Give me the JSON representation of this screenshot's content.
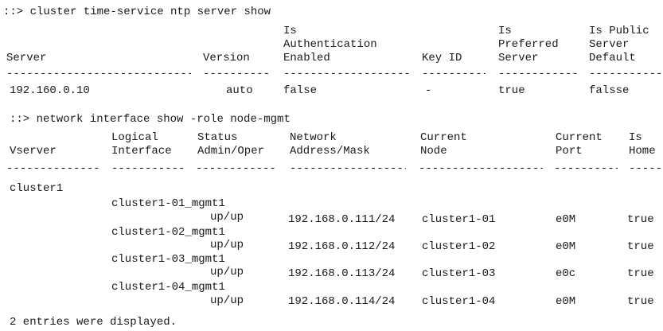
{
  "commands": {
    "ntp": "::> cluster time-service ntp server show",
    "interface": "::> network interface show -role node-mgmt"
  },
  "ntp_table": {
    "headers": {
      "server": "Server",
      "version": "Version",
      "auth_line1": "Is",
      "auth_line2": "Authentication",
      "auth_line3": "Enabled",
      "key_id": "Key ID",
      "pref_line1": "Is",
      "pref_line2": "Preferred",
      "pref_line3": "Server",
      "pub_line1": "Is Public",
      "pub_line2": "Server",
      "pub_line3": "Default"
    },
    "separators": {
      "server": "----------------------------",
      "version": "-----------",
      "auth": "-------------------",
      "key_id": "----------",
      "pref": "-------------",
      "pub": "------------"
    },
    "rows": [
      {
        "server": "192.160.0.10",
        "version": "auto",
        "auth": "false",
        "key_id": "-",
        "pref": "true",
        "pub": "falsse"
      }
    ]
  },
  "if_table": {
    "headers": {
      "vserver": "Vserver",
      "lif_line1": "Logical",
      "lif_line2": "Interface",
      "status_line1": "Status",
      "status_line2": "Admin/Oper",
      "addr_line1": "Network",
      "addr_line2": "Address/Mask",
      "node_line1": "Current",
      "node_line2": "Node",
      "port_line1": "Current",
      "port_line2": "Port",
      "home_line1": "Is",
      "home_line2": "Home"
    },
    "separators": {
      "vserver": "--------------",
      "lif": "-----------",
      "status": "------------",
      "addr": "------------------",
      "node": "-------------------",
      "port": "----------",
      "home": "------"
    },
    "vserver": "cluster1",
    "rows": [
      {
        "lif": "cluster1-01_mgmt1",
        "status": "up/up",
        "addr": "192.168.0.111/24",
        "node": "cluster1-01",
        "port": "e0M",
        "home": "true"
      },
      {
        "lif": "cluster1-02_mgmt1",
        "status": "up/up",
        "addr": "192.168.0.112/24",
        "node": "cluster1-02",
        "port": "e0M",
        "home": "true"
      },
      {
        "lif": "cluster1-03_mgmt1",
        "status": "up/up",
        "addr": "192.168.0.113/24",
        "node": "cluster1-03",
        "port": "e0c",
        "home": "true"
      },
      {
        "lif": "cluster1-04_mgmt1",
        "status": "up/up",
        "addr": "192.168.0.114/24",
        "node": "cluster1-04",
        "port": "e0M",
        "home": "true"
      }
    ]
  },
  "footer": "2 entries were displayed."
}
